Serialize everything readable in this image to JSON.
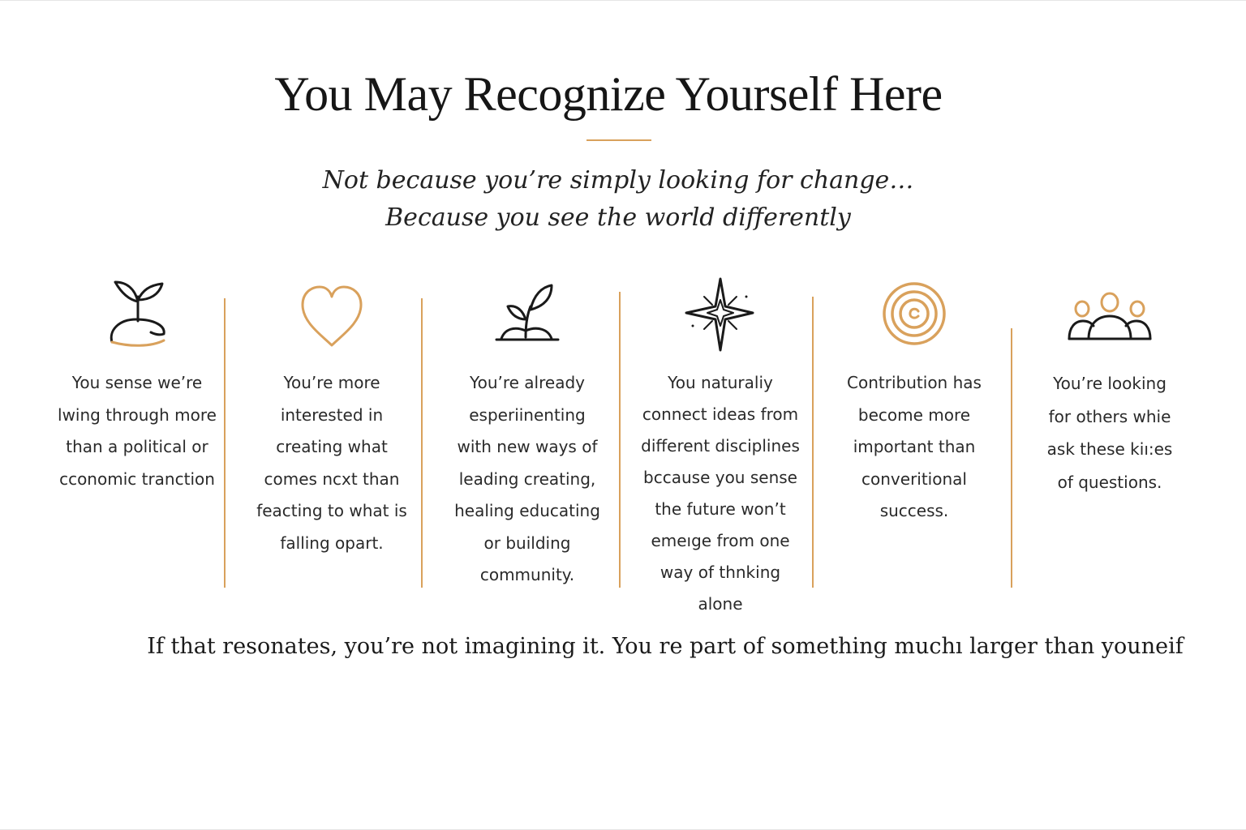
{
  "heading": {
    "title": "You May Recognize Yourself Here",
    "subtitle_line1": "Not because you’re simply looking for change…",
    "subtitle_line2": "Because you see the world differently"
  },
  "colors": {
    "accent": "#d9a15c",
    "ink": "#1a1a1a"
  },
  "items": [
    {
      "icon": "sprout-mound-icon",
      "lines": [
        "You sense we’re",
        "lwing through more",
        "than a political or",
        "cconomic tranction"
      ]
    },
    {
      "icon": "heart-icon",
      "lines": [
        "You’re more",
        "interested in",
        "creating what",
        "comes ncxt than",
        "feacting to what is",
        "falling opart."
      ]
    },
    {
      "icon": "seedling-icon",
      "lines": [
        "You’re already",
        "esperiinenting",
        "with new ways of",
        "leading  creating,",
        "healing  educating",
        "or building",
        "community."
      ]
    },
    {
      "icon": "compass-star-icon",
      "lines": [
        "You naturaliy",
        "connect ideas from",
        "different disciplines",
        "bccause you sense",
        "the future won’t",
        "emeıge from one",
        "way of thnking",
        "alone"
      ]
    },
    {
      "icon": "spiral-circle-icon",
      "lines": [
        "Contribution has",
        "become more",
        "important than",
        "converitional",
        "success."
      ]
    },
    {
      "icon": "community-people-icon",
      "lines": [
        "You’re looking",
        "for others whie",
        "ask these kiı:es",
        "of questions."
      ]
    }
  ],
  "closing": "If that resonates, you’re not imagining it. You re part of something muchı larger than youneif"
}
